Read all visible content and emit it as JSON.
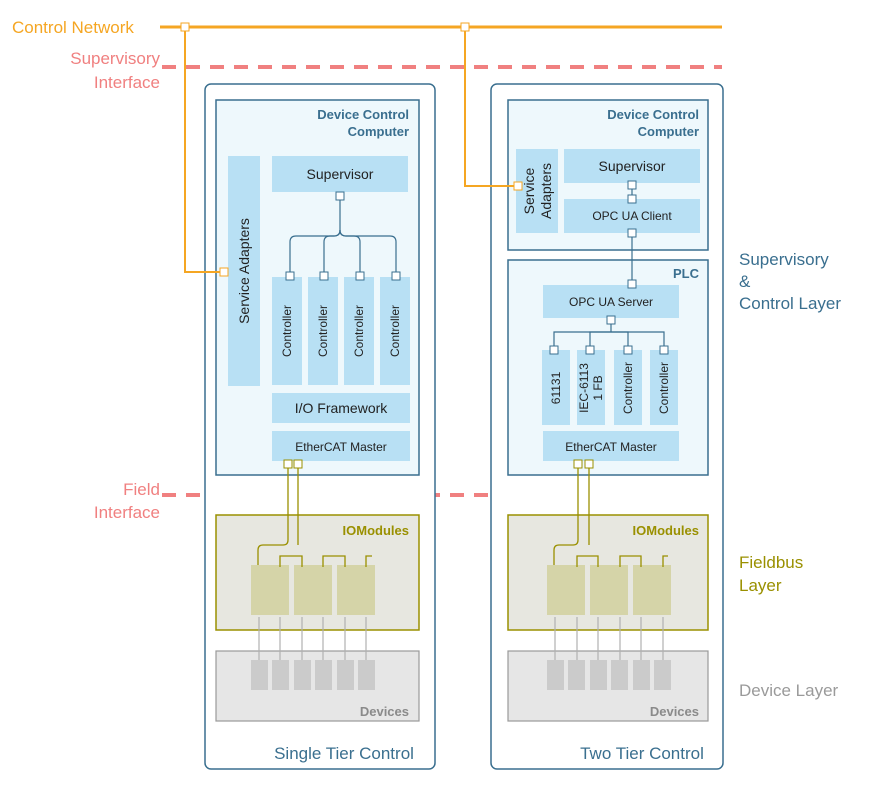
{
  "labels": {
    "control_network": "Control Network",
    "supervisory_interface_1": "Supervisory",
    "supervisory_interface_2": "Interface",
    "field_interface_1": "Field",
    "field_interface_2": "Interface",
    "supervisory_layer_1": "Supervisory",
    "supervisory_layer_2": "&",
    "supervisory_layer_3": "Control Layer",
    "fieldbus_layer_1": "Fieldbus",
    "fieldbus_layer_2": "Layer",
    "device_layer": "Device Layer"
  },
  "colors": {
    "network": "#f5a623",
    "interface": "#f08080",
    "panel_border": "#3a6f8f",
    "panel_fill": "#eef8fc",
    "comp_fill": "#b8e0f4",
    "io_border": "#9a9000",
    "io_fill": "#e7e7e0",
    "device_fill": "#e6e6e6",
    "layer_blue": "#3a6f8f",
    "layer_olive": "#9a9000",
    "layer_gray": "#9a9a9a"
  },
  "single_tier": {
    "title": "Single Tier Control",
    "dcc_title_1": "Device Control",
    "dcc_title_2": "Computer",
    "supervisor": "Supervisor",
    "service_adapters": "Service Adapters",
    "controllers": [
      "Controller",
      "Controller",
      "Controller",
      "Controller"
    ],
    "io_framework": "I/O Framework",
    "ethercat_master": "EtherCAT Master",
    "iomodules": "IOModules",
    "devices": "Devices"
  },
  "two_tier": {
    "title": "Two Tier Control",
    "dcc_title_1": "Device Control",
    "dcc_title_2": "Computer",
    "supervisor": "Supervisor",
    "service_adapters_1": "Service",
    "service_adapters_2": "Adapters",
    "opc_client": "OPC UA Client",
    "plc_title": "PLC",
    "opc_server": "OPC UA Server",
    "plc_blocks": [
      {
        "l1": "61131",
        "l2": ""
      },
      {
        "l1": "IEC-6113",
        "l2": "1 FB"
      },
      {
        "l1": "Controller",
        "l2": ""
      },
      {
        "l1": "Controller",
        "l2": ""
      }
    ],
    "ethercat_master": "EtherCAT Master",
    "iomodules": "IOModules",
    "devices": "Devices"
  }
}
